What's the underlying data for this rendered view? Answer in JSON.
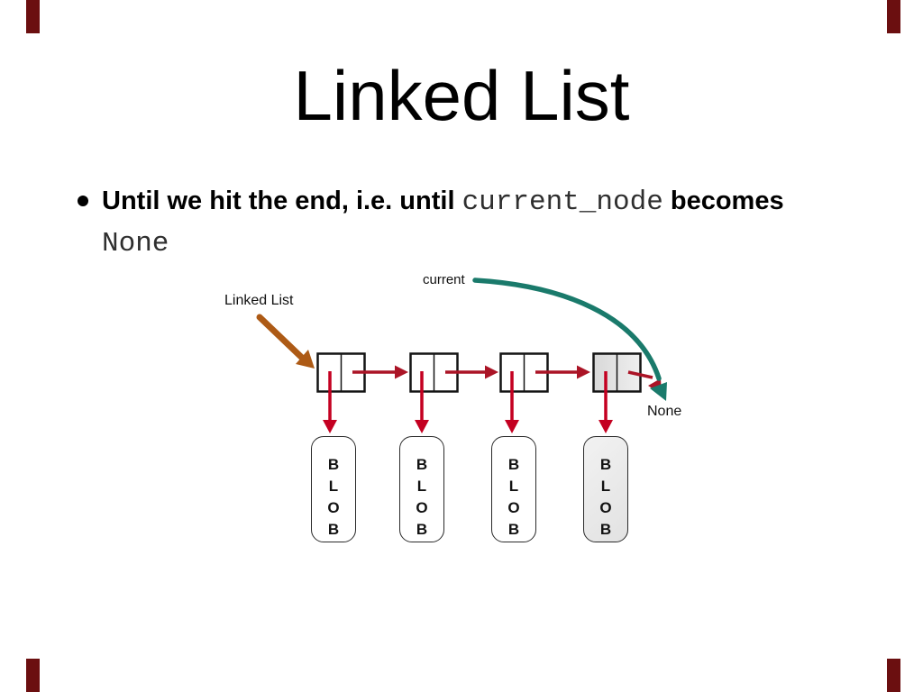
{
  "slide": {
    "title": "Linked List",
    "bullet": {
      "text_before": "Until we hit the end, i.e. until ",
      "code": "current_node",
      "text_after": " becomes",
      "code_line2": "None"
    }
  },
  "diagram": {
    "label_linked_list": "Linked List",
    "label_current": "current",
    "label_none": "None",
    "blob_text": "B\nL\nO\nB",
    "node_count": "4",
    "colors": {
      "pointer_arrow": "#ab1426",
      "blob_arrow": "#c40021",
      "list_head_arrow": "#ad5a15",
      "current_arrow": "#1a7a6b",
      "node_border": "#141414",
      "divider": "#141414"
    }
  },
  "theme": {
    "background": "#ffffff",
    "corner_accent": "#6b0f10",
    "title_color": "#000000",
    "body_color": "#000000",
    "code_color": "#2f2f2f"
  }
}
